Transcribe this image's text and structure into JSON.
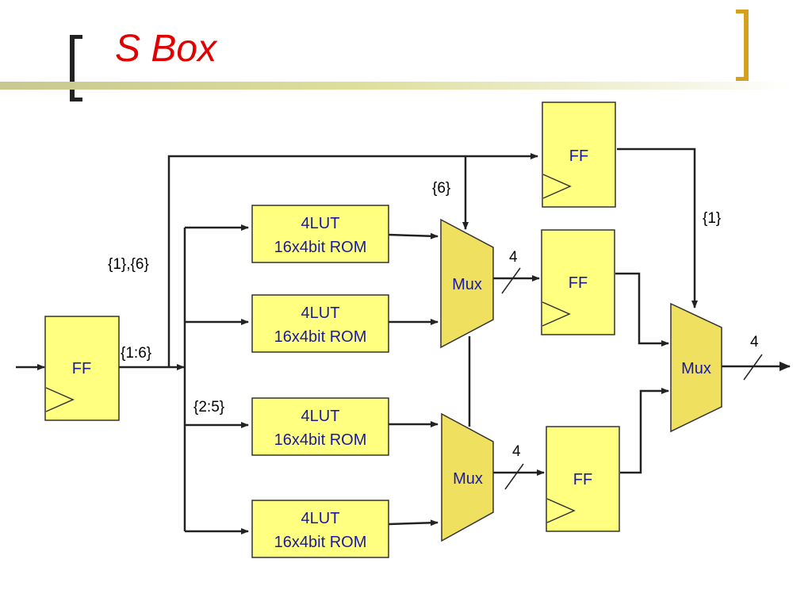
{
  "slide": {
    "title": "S Box"
  },
  "blocks": {
    "ff_input": "FF",
    "ff_top": "FF",
    "ff_mid": "FF",
    "ff_bottom": "FF",
    "rom_line1": "4LUT",
    "rom_line2": "16x4bit ROM",
    "mux": "Mux"
  },
  "labels": {
    "bits_1_6_range": "{1:6}",
    "bits_1_and_6": "{1},{6}",
    "bit_6": "{6}",
    "bit_1": "{1}",
    "bits_2_5": "{2:5}",
    "width_4": "4"
  },
  "colors": {
    "block_fill": "#ffff80",
    "block_stroke": "#333333",
    "block_text": "#1a1aa0",
    "mux_fill": "#f0e060",
    "title": "#e00000",
    "wire": "#222222",
    "bracket_left": "#222222",
    "bracket_right": "#d4a020"
  }
}
